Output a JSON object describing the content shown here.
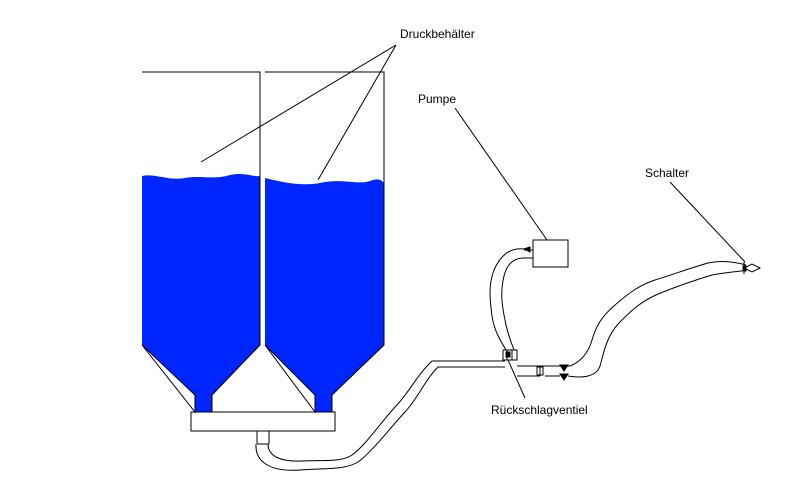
{
  "labels": {
    "tank": "Druckbehälter",
    "pump": "Pumpe",
    "switch": "Schalter",
    "check_valve": "Rückschlagventiel"
  },
  "colors": {
    "water": "#0026ff",
    "line": "#000000",
    "background": "#ffffff"
  }
}
